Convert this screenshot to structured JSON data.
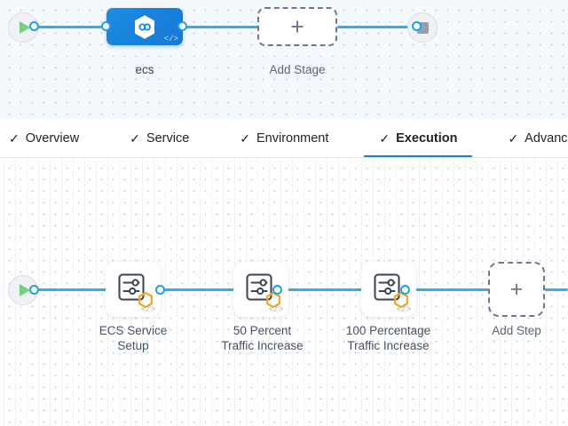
{
  "colors": {
    "connector": "#33adf0",
    "stage_node_start": "#1e8ce0",
    "stage_node_end": "#1478d8",
    "active_tab_underline": "#1a7fd4",
    "play_green": "#72d083",
    "stop_gray": "#9a9ab0",
    "aws_orange": "#f5a623",
    "canvas_top_bg": "#f4f9fd",
    "canvas_bottom_bg": "#ffffff",
    "label_text": "#4a5064"
  },
  "stage_canvas": {
    "start_node": {
      "name": "pipeline-start",
      "icon": "play-icon"
    },
    "end_node": {
      "name": "pipeline-end",
      "icon": "stop-icon"
    },
    "stage_node": {
      "label": "ecs",
      "icon": "service-hexagon-icon",
      "code_glyph": "</>"
    },
    "add_stage": {
      "label": "Add Stage",
      "icon": "plus-icon"
    }
  },
  "tabs": {
    "items": [
      {
        "label": "Overview",
        "icon": "check-icon",
        "active": false
      },
      {
        "label": "Service",
        "icon": "check-icon",
        "active": false
      },
      {
        "label": "Environment",
        "icon": "check-icon",
        "active": false
      },
      {
        "label": "Execution",
        "icon": "check-icon",
        "active": true
      },
      {
        "label": "Advanced",
        "icon": "check-icon",
        "active": false
      }
    ]
  },
  "step_canvas": {
    "start_node": {
      "name": "execution-start",
      "icon": "play-icon"
    },
    "steps": [
      {
        "label": "ECS Service\nSetup",
        "icon": "step-settings-icon",
        "badge": "aws-hexagon-icon",
        "code_glyph": "</>"
      },
      {
        "label": "50 Percent\nTraffic Increase",
        "icon": "step-settings-icon",
        "badge": "aws-hexagon-icon",
        "code_glyph": "</>"
      },
      {
        "label": "100 Percentage\nTraffic Increase",
        "icon": "step-settings-icon",
        "badge": "aws-hexagon-icon",
        "code_glyph": "</>"
      }
    ],
    "add_step": {
      "label": "Add Step",
      "icon": "plus-icon"
    }
  }
}
